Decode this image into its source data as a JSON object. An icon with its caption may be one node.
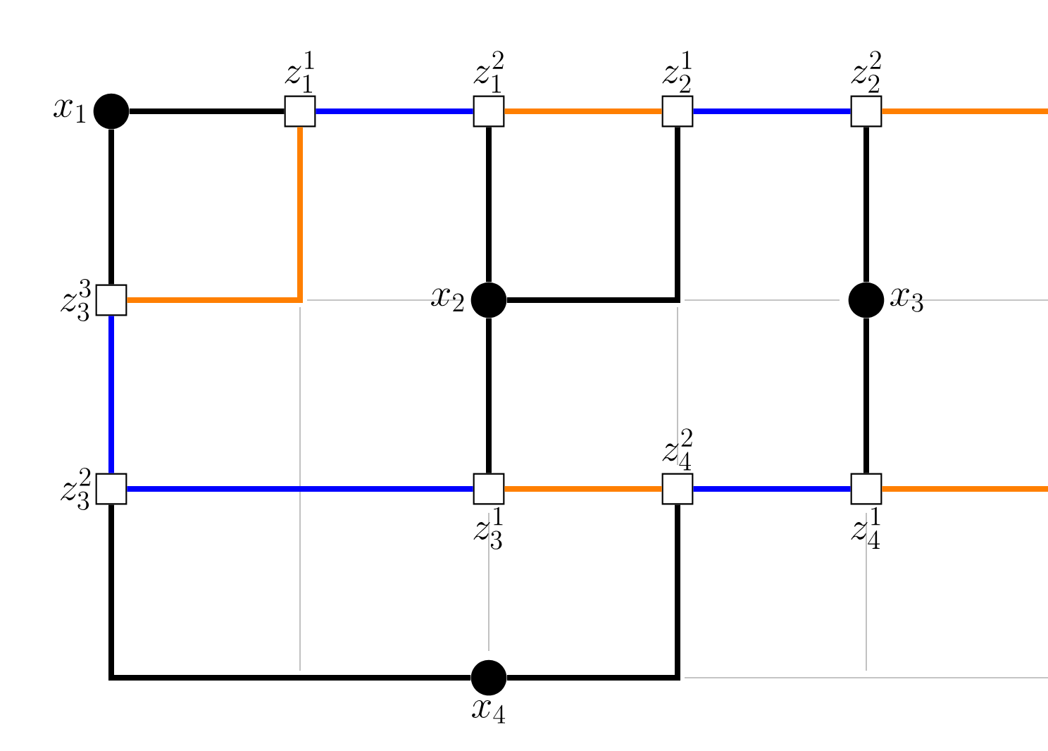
{
  "diagram": {
    "nodes": [
      {
        "text": [],
        "shape": "circle",
        "beside": [
          "x_1"
        ]
      },
      {
        "text": [],
        "shape": "box",
        "beside": [
          "z_1^1"
        ]
      },
      {
        "text": [],
        "shape": "box",
        "beside": [
          "z_1^2"
        ]
      },
      {
        "text": [],
        "shape": "box",
        "beside": [
          "z_2^1"
        ]
      },
      {
        "text": [],
        "shape": "box",
        "beside": [
          "z_2^2"
        ]
      },
      {
        "text": [],
        "shape": "box",
        "beside": [
          "z_3^3"
        ]
      },
      {
        "text": [],
        "shape": "circle",
        "beside": [
          "x_2"
        ]
      },
      {
        "text": [],
        "shape": "circle",
        "beside": [
          "x_3"
        ]
      },
      {
        "text": [],
        "shape": "box",
        "beside": [
          "z_3^2"
        ]
      },
      {
        "text": [],
        "shape": "box",
        "beside": [
          "z_3^1"
        ]
      },
      {
        "text": [],
        "shape": "box",
        "beside": [
          "z_4^2"
        ]
      },
      {
        "text": [],
        "shape": "box",
        "beside": [
          "z_4^1"
        ]
      },
      {
        "text": [],
        "shape": "circle",
        "beside": [
          "x_4"
        ]
      }
    ],
    "edges": [
      {
        "from": 0,
        "to": 1,
        "arrow": "none"
      },
      {
        "from": 1,
        "to": 2,
        "arrow": "none",
        "color": "#0000ff"
      },
      {
        "from": 2,
        "to": 3,
        "arrow": "none",
        "color": "#ff7f00"
      },
      {
        "from": 3,
        "to": 4,
        "arrow": "none",
        "color": "#0000ff"
      },
      {
        "from": 4,
        "to": null,
        "arrow": "none",
        "color": "#ff7f00"
      },
      {
        "from": 0,
        "to": 5,
        "arrow": "none"
      },
      {
        "from": 5,
        "to": 1,
        "arrow": "none",
        "color": "#ff7f00"
      },
      {
        "from": 5,
        "to": 8,
        "arrow": "none",
        "color": "#0000ff"
      },
      {
        "from": 2,
        "to": 6,
        "arrow": "none"
      },
      {
        "from": 6,
        "to": 3,
        "arrow": "none"
      },
      {
        "from": 6,
        "to": 9,
        "arrow": "none"
      },
      {
        "from": 4,
        "to": 7,
        "arrow": "none"
      },
      {
        "from": 7,
        "to": 11,
        "arrow": "none"
      },
      {
        "from": 8,
        "to": 9,
        "arrow": "none",
        "color": "#0000ff"
      },
      {
        "from": 9,
        "to": 10,
        "arrow": "none",
        "color": "#ff7f00"
      },
      {
        "from": 10,
        "to": 11,
        "arrow": "none",
        "color": "#0000ff"
      },
      {
        "from": 11,
        "to": null,
        "arrow": "none",
        "color": "#ff7f00"
      },
      {
        "from": 8,
        "to": 12,
        "arrow": "none"
      },
      {
        "from": 12,
        "to": 10,
        "arrow": "none"
      }
    ]
  }
}
